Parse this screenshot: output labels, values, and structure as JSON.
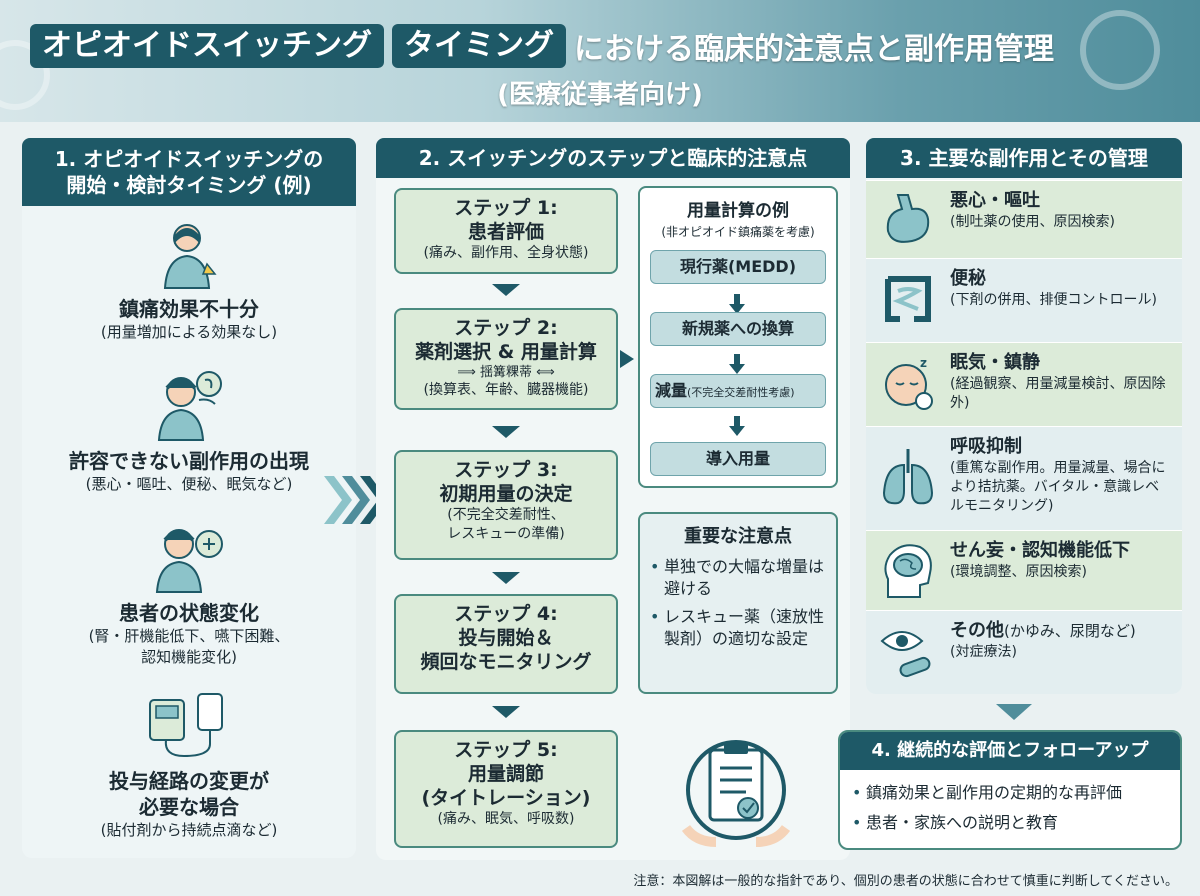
{
  "header": {
    "chip1": "オピオイドスイッチング",
    "chip2": "タイミング",
    "title_rest": "における臨床的注意点と副作用管理",
    "subtitle": "(医療従事者向け)"
  },
  "col1": {
    "head_line1": "1. オピオイドスイッチングの",
    "head_line2": "開始・検討タイミング (例)",
    "items": [
      {
        "title": "鎮痛効果不十分",
        "desc": "(用量増加による効果なし)"
      },
      {
        "title": "許容できない副作用の出現",
        "desc": "(悪心・嘔吐、便秘、眠気など)"
      },
      {
        "title": "患者の状態変化",
        "desc1": "(腎・肝機能低下、嚥下困難、",
        "desc2": "認知機能変化)"
      },
      {
        "title1": "投与経路の変更が",
        "title2": "必要な場合",
        "desc": "(貼付剤から持続点滴など)"
      }
    ]
  },
  "col2": {
    "head": "2. スイッチングのステップと臨床的注意点",
    "steps": [
      {
        "title1": "ステップ 1:",
        "title2": "患者評価",
        "desc": "(痛み、副作用、全身状態)"
      },
      {
        "title1": "ステップ 2:",
        "title2": "薬剤選択 & 用量計算",
        "mid": "⟹ 揺篝粿蒂 ⟺",
        "desc": "(換算表、年齢、臓器機能)"
      },
      {
        "title1": "ステップ 3:",
        "title2": "初期用量の決定",
        "desc1": "(不完全交差耐性、",
        "desc2": "レスキューの準備)"
      },
      {
        "title1": "ステップ 4:",
        "title2": "投与開始＆",
        "title3": "頻回なモニタリング"
      },
      {
        "title1": "ステップ 5:",
        "title2": "用量調節",
        "title3": "(タイトレーション)",
        "desc": "(痛み、眠気、呼吸数)"
      }
    ],
    "calc": {
      "title": "用量計算の例",
      "sub": "(非オピオイド鎮痛薬を考慮)",
      "step1": "現行薬(MEDD)",
      "step2": "新規薬への換算",
      "step3_main": "減量",
      "step3_small": "(不完全交差耐性考慮)",
      "step4": "導入用量"
    },
    "notes": {
      "title": "重要な注意点",
      "items": [
        "単独での大幅な増量は避ける",
        "レスキュー薬（速放性製剤）の適切な設定"
      ]
    }
  },
  "col3": {
    "head": "3. 主要な副作用とその管理",
    "items": [
      {
        "name": "悪心・嘔吐",
        "desc": "(制吐薬の使用、原因検索)",
        "icon": "stomach-icon"
      },
      {
        "name": "便秘",
        "desc": "(下剤の併用、排便コントロール)",
        "icon": "intestine-icon"
      },
      {
        "name": "眠気・鎮静",
        "desc": "(経過観察、用量減量検討、原因除外)",
        "icon": "sleepy-face-icon"
      },
      {
        "name": "呼吸抑制",
        "desc": "(重篤な副作用。用量減量、場合により拮抗薬。バイタル・意識レベルモニタリング)",
        "icon": "lungs-icon"
      },
      {
        "name": "せん妄・認知機能低下",
        "desc": "(環境調整、原因検索)",
        "icon": "brain-icon"
      },
      {
        "name": "その他",
        "name_extra": "(かゆみ、尿閉など)",
        "desc": "(対症療法)",
        "icon": "eye-pill-icon"
      }
    ]
  },
  "follow": {
    "head": "4. 継続的な評価とフォローアップ",
    "items": [
      "鎮痛効果と副作用の定期的な再評価",
      "患者・家族への説明と教育"
    ]
  },
  "footnote": "注意：本図解は一般的な指針であり、個別の患者の状態に合わせて慎重に判断してください。",
  "colors": {
    "primary": "#1e5967",
    "step_bg": "#dcebd9",
    "accent": "#4a8a7f"
  }
}
